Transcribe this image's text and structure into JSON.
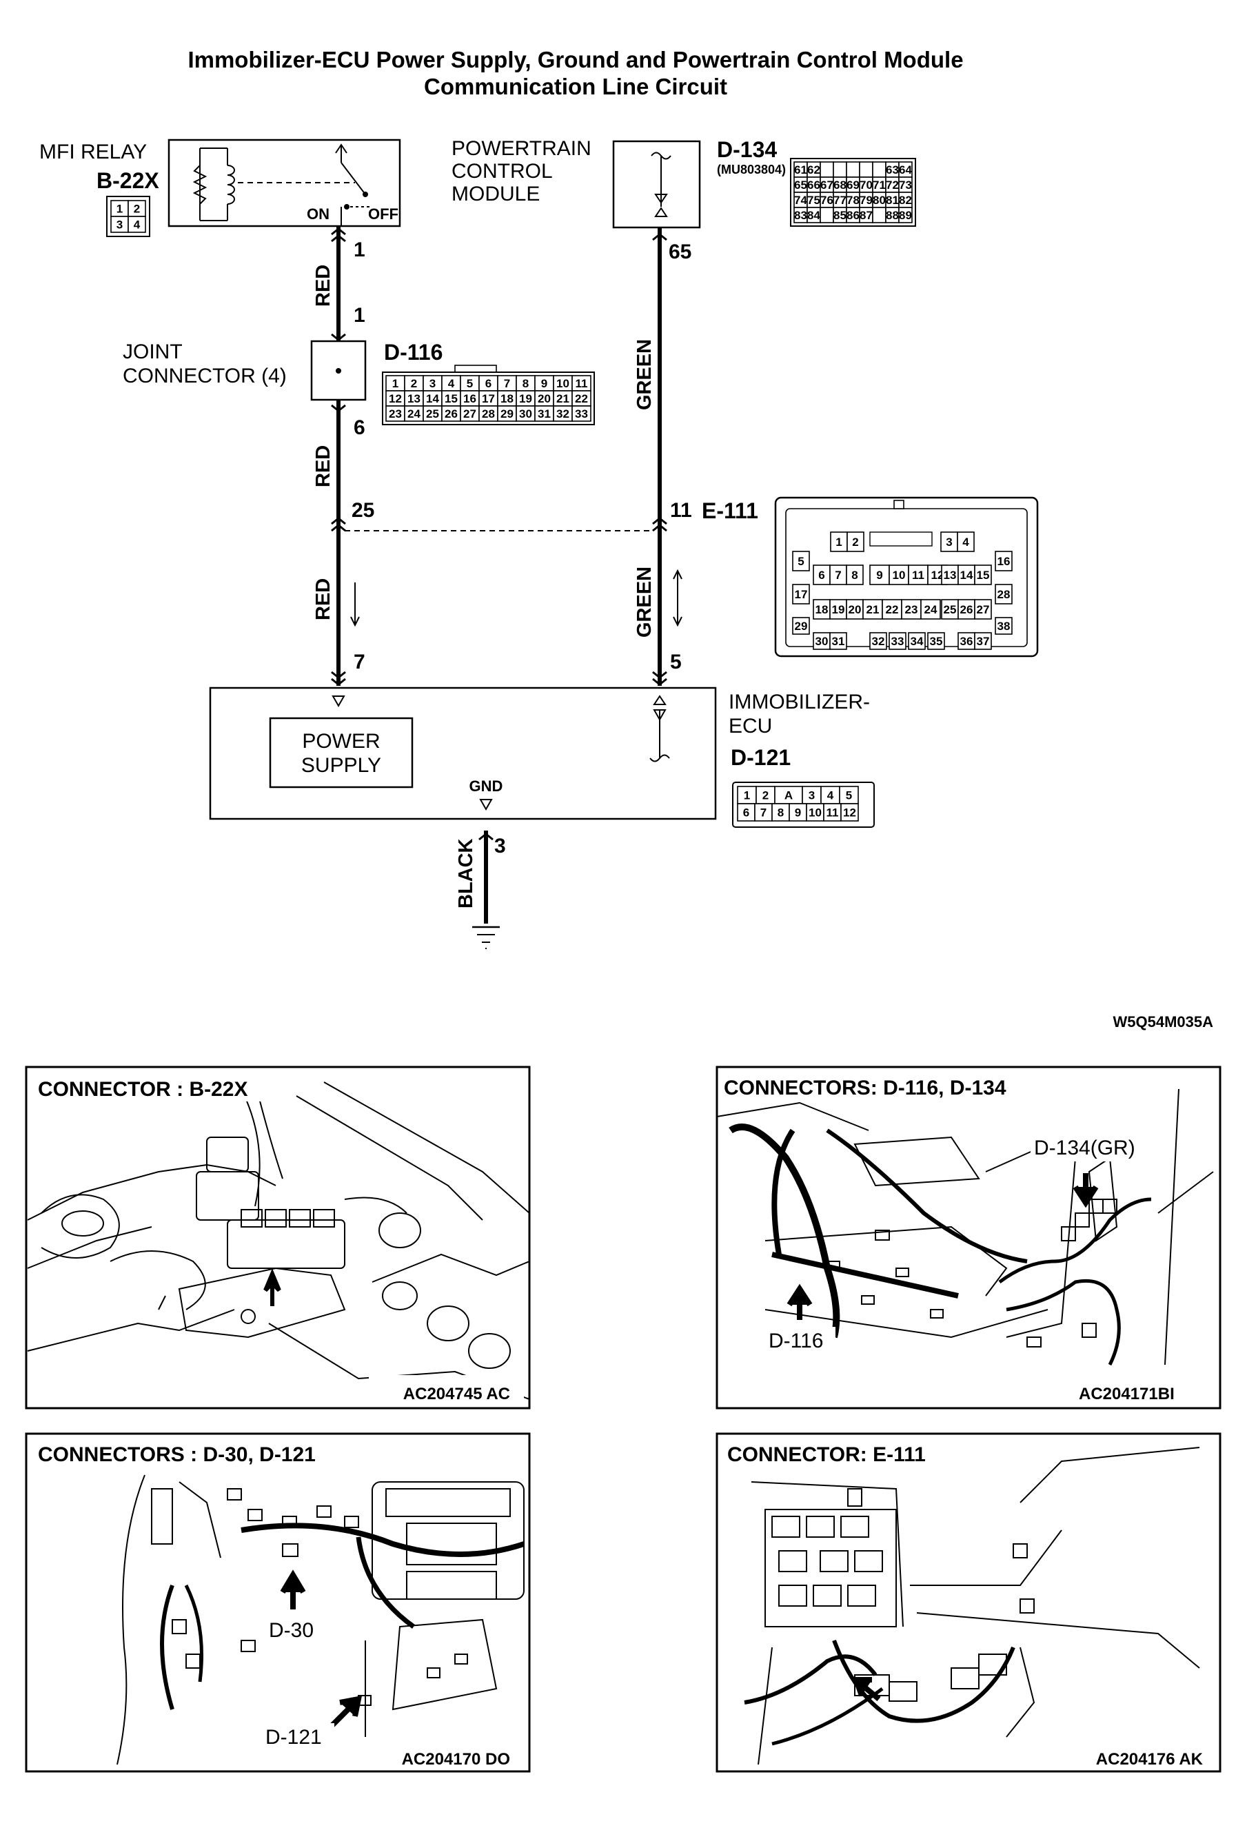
{
  "title": {
    "line1": "Immobilizer-ECU Power Supply, Ground and Powertrain Control Module",
    "line2": "Communication Line Circuit"
  },
  "components": {
    "mfi_relay": {
      "name": "MFI RELAY",
      "connector": "B-22X",
      "on_label": "ON",
      "off_label": "OFF"
    },
    "pcm": {
      "name_line1": "POWERTRAIN",
      "name_line2": "CONTROL",
      "name_line3": "MODULE",
      "connector": "D-134",
      "part_no": "(MU803804)"
    },
    "joint": {
      "name_line1": "JOINT",
      "name_line2": "CONNECTOR (4)",
      "connector": "D-116"
    },
    "e111": {
      "connector": "E-111"
    },
    "ecu": {
      "name_line1": "IMMOBILIZER-",
      "name_line2": "ECU",
      "connector": "D-121",
      "power_line1": "POWER",
      "power_line2": "SUPPLY",
      "gnd": "GND"
    }
  },
  "pins": {
    "relay_out": "1",
    "joint_in": "1",
    "joint_out": "6",
    "e111_red": "25",
    "ecu_power": "7",
    "pcm_out": "65",
    "e111_green": "11",
    "ecu_comm": "5",
    "ecu_gnd": "3"
  },
  "wires": {
    "red": "RED",
    "green": "GREEN",
    "black": "BLACK"
  },
  "connector_faces": {
    "b22x": [
      [
        "1",
        "2"
      ],
      [
        "3",
        "4"
      ]
    ],
    "d134": [
      [
        "61",
        "62",
        "",
        "",
        "",
        "",
        "",
        "63",
        "64"
      ],
      [
        "65",
        "66",
        "67",
        "68",
        "69",
        "70",
        "71",
        "72",
        "73"
      ],
      [
        "74",
        "75",
        "76",
        "77",
        "78",
        "79",
        "80",
        "81",
        "82"
      ],
      [
        "83",
        "84",
        "",
        "85",
        "86",
        "87",
        "",
        "88",
        "89"
      ]
    ],
    "d116": [
      [
        "1",
        "2",
        "3",
        "4",
        "5",
        "6",
        "7",
        "8",
        "9",
        "10",
        "11"
      ],
      [
        "12",
        "13",
        "14",
        "15",
        "16",
        "17",
        "18",
        "19",
        "20",
        "21",
        "22"
      ],
      [
        "23",
        "24",
        "25",
        "26",
        "27",
        "28",
        "29",
        "30",
        "31",
        "32",
        "33"
      ]
    ],
    "d121": [
      [
        "1",
        "2",
        "A",
        "3",
        "4",
        "5"
      ],
      [
        "6",
        "7",
        "8",
        "9",
        "10",
        "11",
        "12"
      ]
    ],
    "e111": {
      "row1": [
        "1",
        "2",
        "3",
        "4"
      ],
      "row2": [
        "5",
        "6",
        "7",
        "8",
        "9",
        "10",
        "11",
        "12",
        "13",
        "14",
        "15",
        "16"
      ],
      "row3": [
        "17",
        "18",
        "19",
        "20",
        "21",
        "22",
        "23",
        "24",
        "25",
        "26",
        "27",
        "28"
      ],
      "row4": [
        "29",
        "30",
        "31",
        "32",
        "33",
        "34",
        "35",
        "36",
        "37",
        "38"
      ]
    }
  },
  "diagram_code": "W5Q54M035A",
  "photos": [
    {
      "title": "CONNECTOR : B-22X",
      "code": "AC204745 AC",
      "callouts": []
    },
    {
      "title": "CONNECTORS: D-116, D-134",
      "code": "AC204171BI",
      "callouts": [
        "D-134(GR)",
        "D-116"
      ]
    },
    {
      "title": "CONNECTORS : D-30, D-121",
      "code": "AC204170 DO",
      "callouts": [
        "D-30",
        "D-121"
      ]
    },
    {
      "title": "CONNECTOR: E-111",
      "code": "AC204176 AK",
      "callouts": []
    }
  ],
  "colors": {
    "line": "#000000",
    "background": "#ffffff"
  }
}
